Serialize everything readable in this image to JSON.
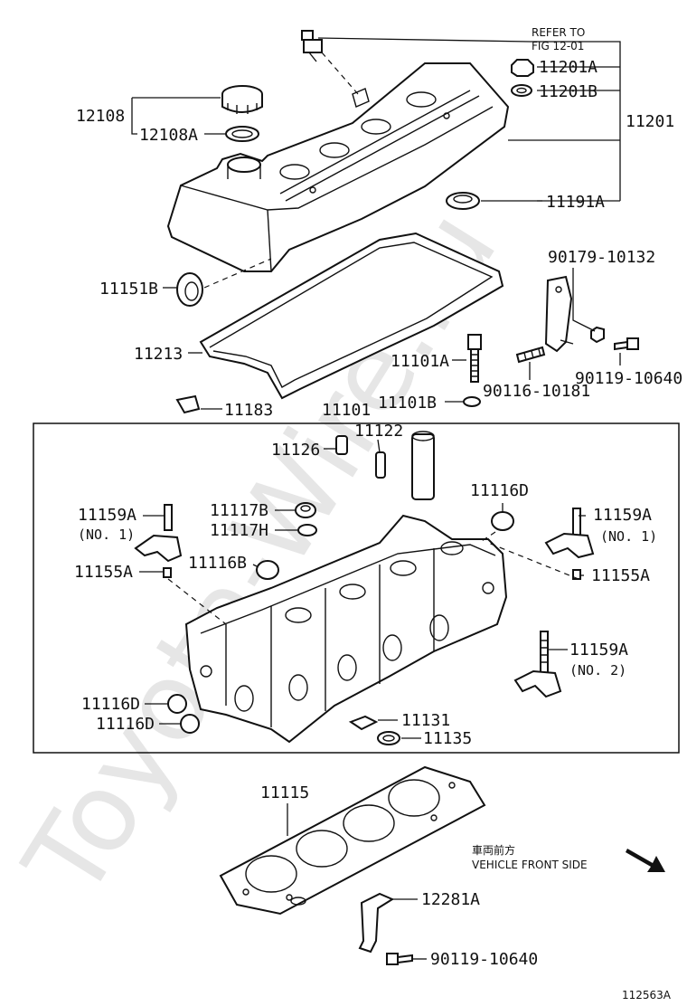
{
  "watermark": "Toyota-Wire.ru",
  "refer": {
    "line1": "REFER TO",
    "line2": "FIG 12-01"
  },
  "vehicle_front": {
    "jp": "車両前方",
    "en": "VEHICLE FRONT SIDE"
  },
  "figure_id": "112563A",
  "labels": {
    "p11201A": "11201A",
    "p11201B": "11201B",
    "p11201": "11201",
    "p12108": "12108",
    "p12108A": "12108A",
    "p11191A": "11191A",
    "p90179_10132": "90179-10132",
    "p11151B": "11151B",
    "p11213": "11213",
    "p11101A": "11101A",
    "p90116_10181": "90116-10181",
    "p90119_10640a": "90119-10640",
    "p11183": "11183",
    "p11101": "11101",
    "p11101B": "11101B",
    "p11122": "11122",
    "p11126": "11126",
    "p11116D_top": "11116D",
    "p11159A_left": "11159A",
    "p11159A_left_sub": "(NO. 1)",
    "p11117B": "11117B",
    "p11117H": "11117H",
    "p11159A_right": "11159A",
    "p11159A_right_sub": "(NO. 1)",
    "p11155A_left": "11155A",
    "p11116B": "11116B",
    "p11155A_right": "11155A",
    "p11159A_no2": "11159A",
    "p11159A_no2_sub": "(NO. 2)",
    "p11116D_a": "11116D",
    "p11116D_b": "11116D",
    "p11131": "11131",
    "p11135": "11135",
    "p11115": "11115",
    "p12281A": "12281A",
    "p90119_10640b": "90119-10640"
  }
}
